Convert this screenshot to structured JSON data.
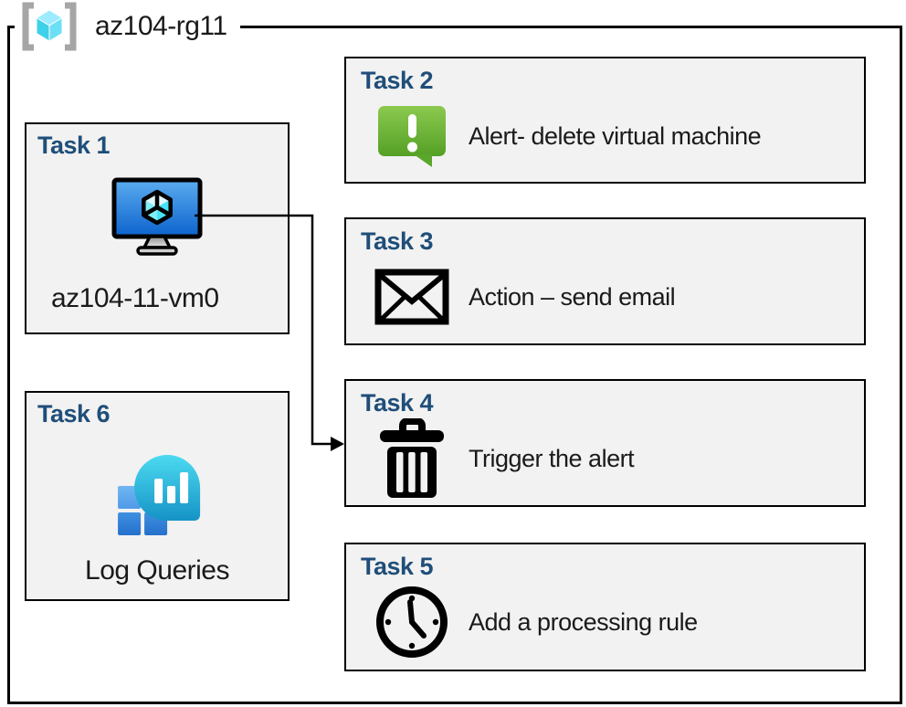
{
  "header": {
    "title": "az104-rg11",
    "icon": "resource-group-icon"
  },
  "tasks": [
    {
      "label": "Task 1",
      "text": "az104-11-vm0",
      "icon": "virtual-machine-icon"
    },
    {
      "label": "Task 2",
      "text": "Alert- delete virtual machine",
      "icon": "alert-message-icon"
    },
    {
      "label": "Task 3",
      "text": "Action – send email",
      "icon": "email-envelope-icon"
    },
    {
      "label": "Task 4",
      "text": "Trigger the alert",
      "icon": "trash-delete-icon"
    },
    {
      "label": "Task 5",
      "text": "Add a processing rule",
      "icon": "clock-icon"
    },
    {
      "label": "Task 6",
      "text": "Log Queries",
      "icon": "log-analytics-icon"
    }
  ],
  "connector": {
    "from": "Task 1 virtual machine",
    "to": "Task 4"
  },
  "colors": {
    "task_label_blue": "#1f4e79",
    "box_fill": "#f2f2f2",
    "box_border": "#000000",
    "alert_green": "#6cb83e",
    "vm_screen_blue": "#2f86e2",
    "rg_cube_cyan": "#50e6ff",
    "log_balloon_teal": "#2cc2e0",
    "log_square_blue": "#2e7fd6"
  }
}
